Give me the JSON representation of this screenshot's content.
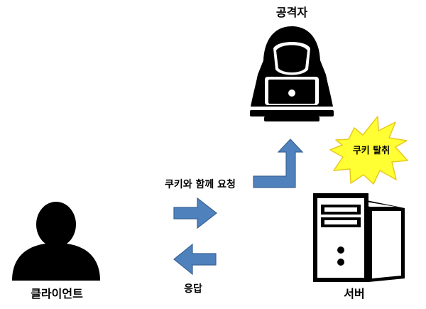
{
  "labels": {
    "attacker": "공격자",
    "client": "클라이언트",
    "server": "서버",
    "request": "쿠키와 함께 요청",
    "response": "응답",
    "theft": "쿠키 탈취"
  },
  "colors": {
    "arrow_fill": "#4f81bd",
    "arrow_stroke": "#3a6595",
    "burst_fill": "#ffff33",
    "burst_stroke": "#e8c820",
    "figure": "#000000"
  },
  "icons": {
    "attacker": "hooded-hacker-laptop-icon",
    "client": "person-silhouette-icon",
    "server": "server-tower-icon"
  }
}
